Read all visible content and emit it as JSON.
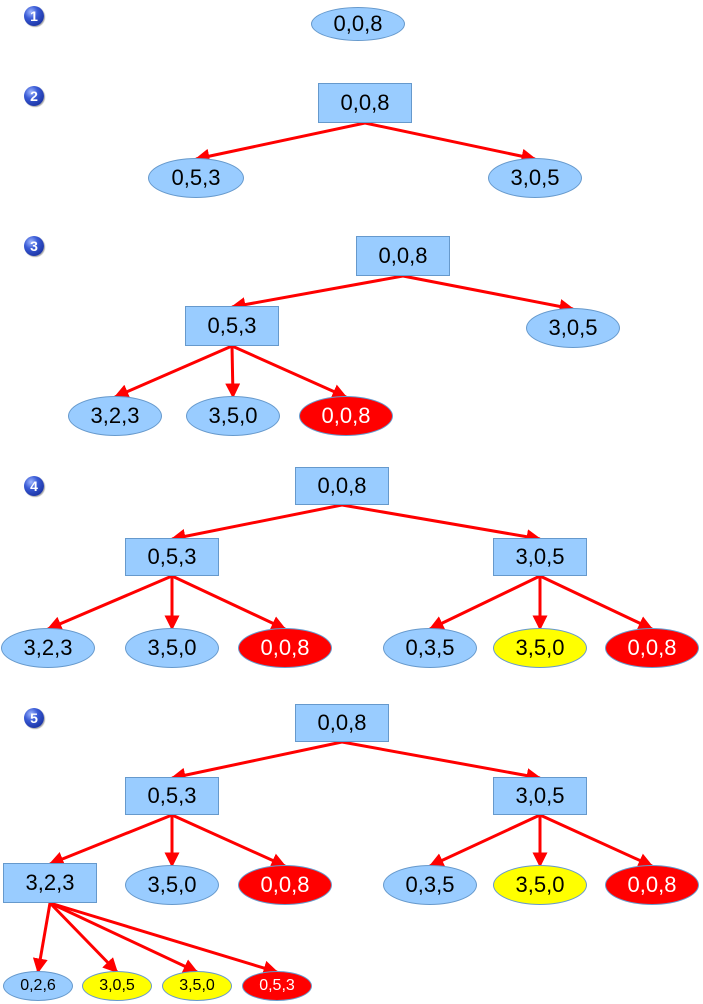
{
  "colors": {
    "node_blue": "#99ccff",
    "node_border": "#6699cc",
    "node_yellow": "#ffff00",
    "node_red": "#ff0000",
    "arrow": "#ff0000"
  },
  "steps": [
    {
      "label": "1"
    },
    {
      "label": "2"
    },
    {
      "label": "3"
    },
    {
      "label": "4"
    },
    {
      "label": "5"
    }
  ],
  "nodes": [
    {
      "id": "s1_root",
      "label": "0,0,8",
      "shape": "oval",
      "color": "blue"
    },
    {
      "id": "s2_root",
      "label": "0,0,8",
      "shape": "box",
      "color": "blue"
    },
    {
      "id": "s2_a",
      "label": "0,5,3",
      "shape": "oval",
      "color": "blue"
    },
    {
      "id": "s2_b",
      "label": "3,0,5",
      "shape": "oval",
      "color": "blue"
    },
    {
      "id": "s3_root",
      "label": "0,0,8",
      "shape": "box",
      "color": "blue"
    },
    {
      "id": "s3_a",
      "label": "0,5,3",
      "shape": "box",
      "color": "blue"
    },
    {
      "id": "s3_b",
      "label": "3,0,5",
      "shape": "oval",
      "color": "blue"
    },
    {
      "id": "s3_a1",
      "label": "3,2,3",
      "shape": "oval",
      "color": "blue"
    },
    {
      "id": "s3_a2",
      "label": "3,5,0",
      "shape": "oval",
      "color": "blue"
    },
    {
      "id": "s3_a3",
      "label": "0,0,8",
      "shape": "oval",
      "color": "red"
    },
    {
      "id": "s4_root",
      "label": "0,0,8",
      "shape": "box",
      "color": "blue"
    },
    {
      "id": "s4_a",
      "label": "0,5,3",
      "shape": "box",
      "color": "blue"
    },
    {
      "id": "s4_b",
      "label": "3,0,5",
      "shape": "box",
      "color": "blue"
    },
    {
      "id": "s4_a1",
      "label": "3,2,3",
      "shape": "oval",
      "color": "blue"
    },
    {
      "id": "s4_a2",
      "label": "3,5,0",
      "shape": "oval",
      "color": "blue"
    },
    {
      "id": "s4_a3",
      "label": "0,0,8",
      "shape": "oval",
      "color": "red"
    },
    {
      "id": "s4_b1",
      "label": "0,3,5",
      "shape": "oval",
      "color": "blue"
    },
    {
      "id": "s4_b2",
      "label": "3,5,0",
      "shape": "oval",
      "color": "yellow"
    },
    {
      "id": "s4_b3",
      "label": "0,0,8",
      "shape": "oval",
      "color": "red"
    },
    {
      "id": "s5_root",
      "label": "0,0,8",
      "shape": "box",
      "color": "blue"
    },
    {
      "id": "s5_a",
      "label": "0,5,3",
      "shape": "box",
      "color": "blue"
    },
    {
      "id": "s5_b",
      "label": "3,0,5",
      "shape": "box",
      "color": "blue"
    },
    {
      "id": "s5_a1",
      "label": "3,2,3",
      "shape": "box",
      "color": "blue"
    },
    {
      "id": "s5_a2",
      "label": "3,5,0",
      "shape": "oval",
      "color": "blue"
    },
    {
      "id": "s5_a3",
      "label": "0,0,8",
      "shape": "oval",
      "color": "red"
    },
    {
      "id": "s5_b1",
      "label": "0,3,5",
      "shape": "oval",
      "color": "blue"
    },
    {
      "id": "s5_b2",
      "label": "3,5,0",
      "shape": "oval",
      "color": "yellow"
    },
    {
      "id": "s5_b3",
      "label": "0,0,8",
      "shape": "oval",
      "color": "red"
    },
    {
      "id": "s5_c1",
      "label": "0,2,6",
      "shape": "oval",
      "color": "blue"
    },
    {
      "id": "s5_c2",
      "label": "3,0,5",
      "shape": "oval",
      "color": "yellow"
    },
    {
      "id": "s5_c3",
      "label": "3,5,0",
      "shape": "oval",
      "color": "yellow"
    },
    {
      "id": "s5_c4",
      "label": "0,5,3",
      "shape": "oval",
      "color": "red"
    }
  ],
  "edges": [
    [
      "s2_root",
      "s2_a"
    ],
    [
      "s2_root",
      "s2_b"
    ],
    [
      "s3_root",
      "s3_a"
    ],
    [
      "s3_root",
      "s3_b"
    ],
    [
      "s3_a",
      "s3_a1"
    ],
    [
      "s3_a",
      "s3_a2"
    ],
    [
      "s3_a",
      "s3_a3"
    ],
    [
      "s4_root",
      "s4_a"
    ],
    [
      "s4_root",
      "s4_b"
    ],
    [
      "s4_a",
      "s4_a1"
    ],
    [
      "s4_a",
      "s4_a2"
    ],
    [
      "s4_a",
      "s4_a3"
    ],
    [
      "s4_b",
      "s4_b1"
    ],
    [
      "s4_b",
      "s4_b2"
    ],
    [
      "s4_b",
      "s4_b3"
    ],
    [
      "s5_root",
      "s5_a"
    ],
    [
      "s5_root",
      "s5_b"
    ],
    [
      "s5_a",
      "s5_a1"
    ],
    [
      "s5_a",
      "s5_a2"
    ],
    [
      "s5_a",
      "s5_a3"
    ],
    [
      "s5_b",
      "s5_b1"
    ],
    [
      "s5_b",
      "s5_b2"
    ],
    [
      "s5_b",
      "s5_b3"
    ],
    [
      "s5_a1",
      "s5_c1"
    ],
    [
      "s5_a1",
      "s5_c2"
    ],
    [
      "s5_a1",
      "s5_c3"
    ],
    [
      "s5_a1",
      "s5_c4"
    ]
  ]
}
